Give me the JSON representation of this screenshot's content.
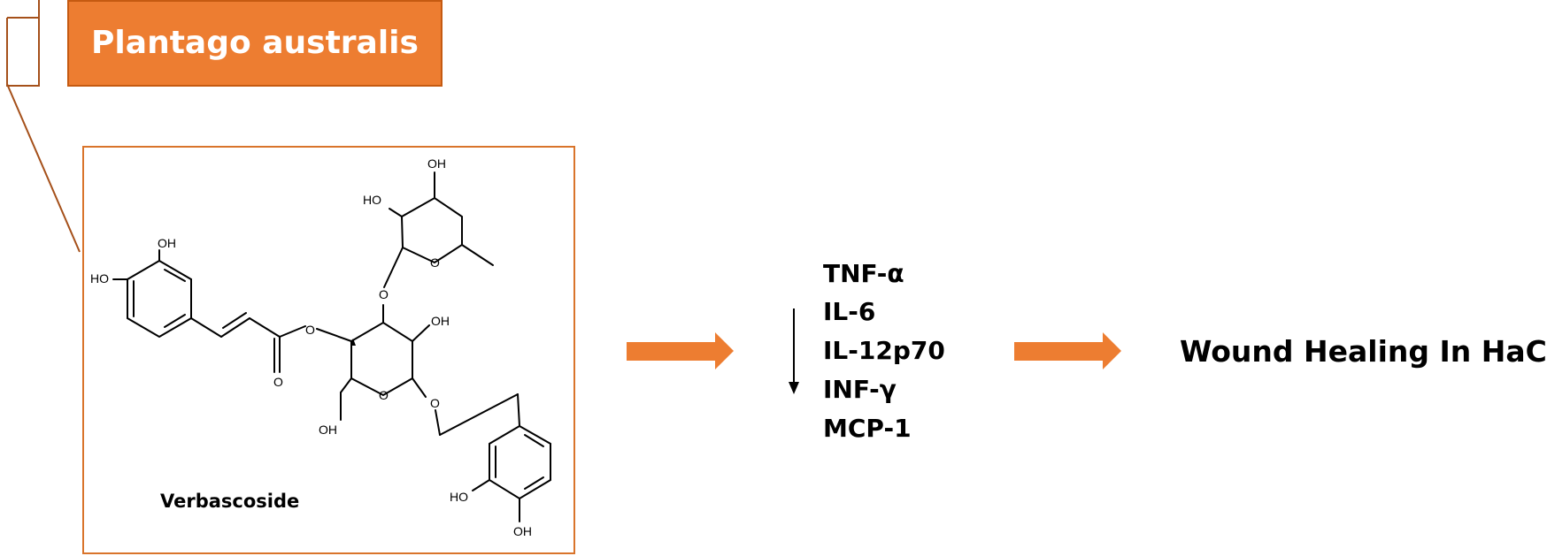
{
  "plant": {
    "name": "Plantago australis"
  },
  "compound": {
    "name": "Verbascoside",
    "atom_labels": {
      "hydroxyl": "OH",
      "hydroxyl_left": "HO",
      "oxygen": "O"
    }
  },
  "cytokines": {
    "direction": "down",
    "items": [
      "TNF-α",
      "IL-6",
      "IL-12p70",
      "INF-γ",
      "MCP-1"
    ]
  },
  "outcome": {
    "text": "Wound Healing In HaCat"
  },
  "colors": {
    "accent_orange": "#ED7D31",
    "border_orange": "#D9742B",
    "bracket_brown": "#A5501A",
    "text": "#000000"
  }
}
